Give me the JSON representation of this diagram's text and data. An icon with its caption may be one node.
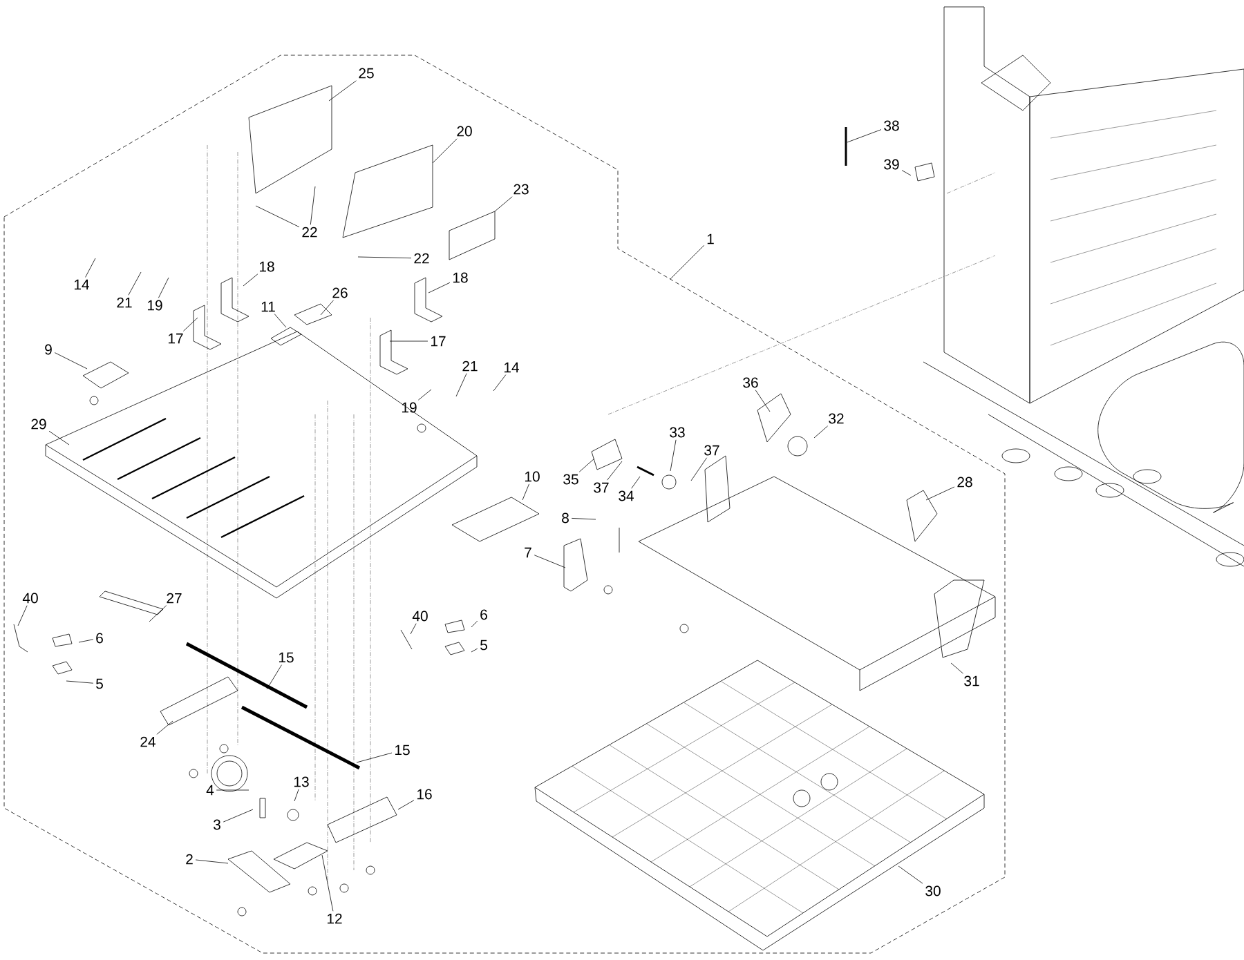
{
  "diagram": {
    "nodes": [
      {
        "text": [
          "25"
        ]
      },
      {
        "text": [
          "38"
        ]
      },
      {
        "text": [
          "20"
        ]
      },
      {
        "text": [
          "39"
        ]
      },
      {
        "text": [
          "23"
        ]
      },
      {
        "text": [
          "22"
        ]
      },
      {
        "text": [
          "1"
        ]
      },
      {
        "text": [
          "22"
        ]
      },
      {
        "text": [
          "18"
        ]
      },
      {
        "text": [
          "18"
        ]
      },
      {
        "text": [
          "14"
        ]
      },
      {
        "text": [
          "26"
        ]
      },
      {
        "text": [
          "21"
        ]
      },
      {
        "text": [
          "19"
        ]
      },
      {
        "text": [
          "11"
        ]
      },
      {
        "text": [
          "17"
        ]
      },
      {
        "text": [
          "17"
        ]
      },
      {
        "text": [
          "9"
        ]
      },
      {
        "text": [
          "21"
        ]
      },
      {
        "text": [
          "14"
        ]
      },
      {
        "text": [
          "36"
        ]
      },
      {
        "text": [
          "19"
        ]
      },
      {
        "text": [
          "32"
        ]
      },
      {
        "text": [
          "29"
        ]
      },
      {
        "text": [
          "33"
        ]
      },
      {
        "text": [
          "37"
        ]
      },
      {
        "text": [
          "10"
        ]
      },
      {
        "text": [
          "35"
        ]
      },
      {
        "text": [
          "28"
        ]
      },
      {
        "text": [
          "37"
        ]
      },
      {
        "text": [
          "34"
        ]
      },
      {
        "text": [
          "8"
        ]
      },
      {
        "text": [
          "7"
        ]
      },
      {
        "text": [
          "40"
        ]
      },
      {
        "text": [
          "27"
        ]
      },
      {
        "text": [
          "6"
        ]
      },
      {
        "text": [
          "40"
        ]
      },
      {
        "text": [
          "6"
        ]
      },
      {
        "text": [
          "5"
        ]
      },
      {
        "text": [
          "15"
        ]
      },
      {
        "text": [
          "31"
        ]
      },
      {
        "text": [
          "5"
        ]
      },
      {
        "text": [
          "24"
        ]
      },
      {
        "text": [
          "15"
        ]
      },
      {
        "text": [
          "13"
        ]
      },
      {
        "text": [
          "4"
        ]
      },
      {
        "text": [
          "16"
        ]
      },
      {
        "text": [
          "3"
        ]
      },
      {
        "text": [
          "2"
        ]
      },
      {
        "text": [
          "30"
        ]
      },
      {
        "text": [
          "12"
        ]
      }
    ],
    "edges": [
      {
        "from": 0,
        "to": null,
        "arrow": "none"
      },
      {
        "from": 1,
        "to": null,
        "arrow": "none"
      },
      {
        "from": 2,
        "to": null,
        "arrow": "none"
      },
      {
        "from": 3,
        "to": null,
        "arrow": "none"
      },
      {
        "from": 4,
        "to": null,
        "arrow": "none"
      },
      {
        "from": 5,
        "to": null,
        "arrow": "none"
      },
      {
        "from": 5,
        "to": null,
        "arrow": "none"
      },
      {
        "from": 6,
        "to": null,
        "arrow": "none"
      },
      {
        "from": 7,
        "to": null,
        "arrow": "none"
      },
      {
        "from": 8,
        "to": null,
        "arrow": "none"
      },
      {
        "from": 9,
        "to": null,
        "arrow": "none"
      },
      {
        "from": 10,
        "to": null,
        "arrow": "none"
      },
      {
        "from": 11,
        "to": null,
        "arrow": "none"
      },
      {
        "from": 12,
        "to": null,
        "arrow": "none"
      },
      {
        "from": 13,
        "to": null,
        "arrow": "none"
      },
      {
        "from": 14,
        "to": null,
        "arrow": "none"
      },
      {
        "from": 15,
        "to": null,
        "arrow": "none"
      },
      {
        "from": 16,
        "to": null,
        "arrow": "none"
      },
      {
        "from": 17,
        "to": null,
        "arrow": "none"
      },
      {
        "from": 18,
        "to": null,
        "arrow": "none"
      },
      {
        "from": 19,
        "to": null,
        "arrow": "none"
      },
      {
        "from": 20,
        "to": null,
        "arrow": "none"
      },
      {
        "from": 21,
        "to": null,
        "arrow": "none"
      },
      {
        "from": 22,
        "to": null,
        "arrow": "none"
      },
      {
        "from": 23,
        "to": null,
        "arrow": "none"
      },
      {
        "from": 24,
        "to": null,
        "arrow": "none"
      },
      {
        "from": 25,
        "to": null,
        "arrow": "none"
      },
      {
        "from": 26,
        "to": null,
        "arrow": "none"
      },
      {
        "from": 27,
        "to": null,
        "arrow": "none"
      },
      {
        "from": 28,
        "to": null,
        "arrow": "none"
      },
      {
        "from": 29,
        "to": null,
        "arrow": "none"
      },
      {
        "from": 30,
        "to": null,
        "arrow": "none"
      },
      {
        "from": 31,
        "to": null,
        "arrow": "none"
      },
      {
        "from": 32,
        "to": null,
        "arrow": "none"
      },
      {
        "from": 33,
        "to": null,
        "arrow": "none"
      },
      {
        "from": 34,
        "to": null,
        "arrow": "none"
      },
      {
        "from": 35,
        "to": null,
        "arrow": "none"
      },
      {
        "from": 36,
        "to": null,
        "arrow": "none"
      },
      {
        "from": 37,
        "to": null,
        "arrow": "none"
      },
      {
        "from": 38,
        "to": null,
        "arrow": "none"
      },
      {
        "from": 39,
        "to": null,
        "arrow": "none"
      },
      {
        "from": 40,
        "to": null,
        "arrow": "none"
      },
      {
        "from": 41,
        "to": null,
        "arrow": "none"
      },
      {
        "from": 42,
        "to": null,
        "arrow": "none"
      },
      {
        "from": 43,
        "to": null,
        "arrow": "none"
      },
      {
        "from": 44,
        "to": null,
        "arrow": "none"
      },
      {
        "from": 45,
        "to": null,
        "arrow": "none"
      },
      {
        "from": 46,
        "to": null,
        "arrow": "none"
      },
      {
        "from": 47,
        "to": null,
        "arrow": "none"
      },
      {
        "from": 48,
        "to": null,
        "arrow": "none"
      },
      {
        "from": 49,
        "to": null,
        "arrow": "none"
      },
      {
        "from": 50,
        "to": null,
        "arrow": "none"
      }
    ]
  }
}
